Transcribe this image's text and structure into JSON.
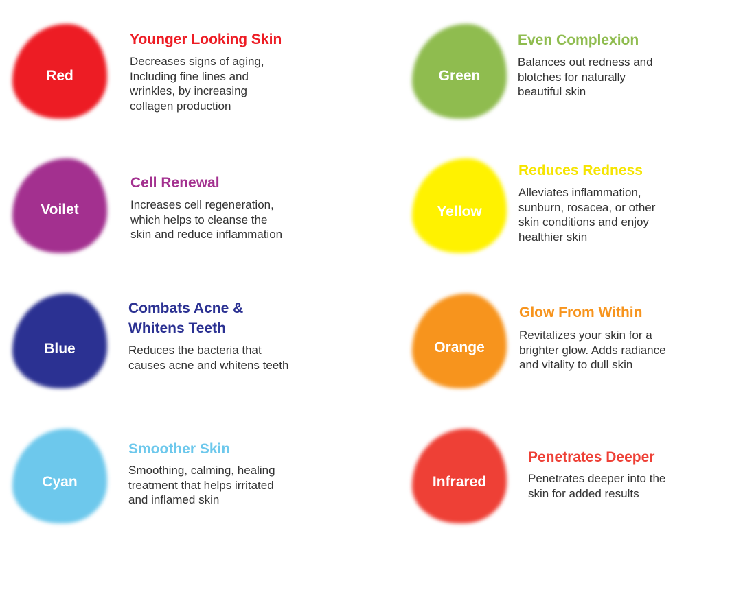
{
  "items": [
    {
      "label": "Red",
      "title": "Younger Looking Skin",
      "description": "Decreases signs of aging,\nIncluding fine lines and\nwrinkles, by increasing\ncollagen production",
      "color": "#ed1c24",
      "title_color": "#ed1c24"
    },
    {
      "label": "Voilet",
      "title": "Cell Renewal",
      "description": "Increases cell regeneration,\nwhich helps to cleanse the\nskin and reduce inflammation",
      "color": "#a3308f",
      "title_color": "#a3308f"
    },
    {
      "label": "Blue",
      "title": "Combats Acne &\nWhitens Teeth",
      "description": "Reduces the bacteria that\ncauses acne and whitens teeth",
      "color": "#2b3192",
      "title_color": "#2b3192"
    },
    {
      "label": "Cyan",
      "title": "Smoother Skin",
      "description": "Smoothing, calming, healing\ntreatment that helps irritated\nand inflamed skin",
      "color": "#6dc8ec",
      "title_color": "#6dc8ec"
    },
    {
      "label": "Green",
      "title": "Even Complexion",
      "description": "Balances out redness and\nblotches for naturally\nbeautiful skin",
      "color": "#8fbc4f",
      "title_color": "#8fbc4f"
    },
    {
      "label": "Yellow",
      "title": "Reduces Redness",
      "description": "Alleviates inflammation,\nsunburn, rosacea, or other\nskin conditions and enjoy\nhealthier skin",
      "color": "#fff200",
      "title_color": "#f5e400"
    },
    {
      "label": "Orange",
      "title": "Glow From Within",
      "description": "Revitalizes your skin for a\nbrighter glow. Adds radiance\nand vitality to dull skin",
      "color": "#f7941d",
      "title_color": "#f7941d"
    },
    {
      "label": "Infrared",
      "title": "Penetrates Deeper",
      "description": "Penetrates deeper into the\nskin for added results",
      "color": "#ee4036",
      "title_color": "#ee4036"
    }
  ]
}
